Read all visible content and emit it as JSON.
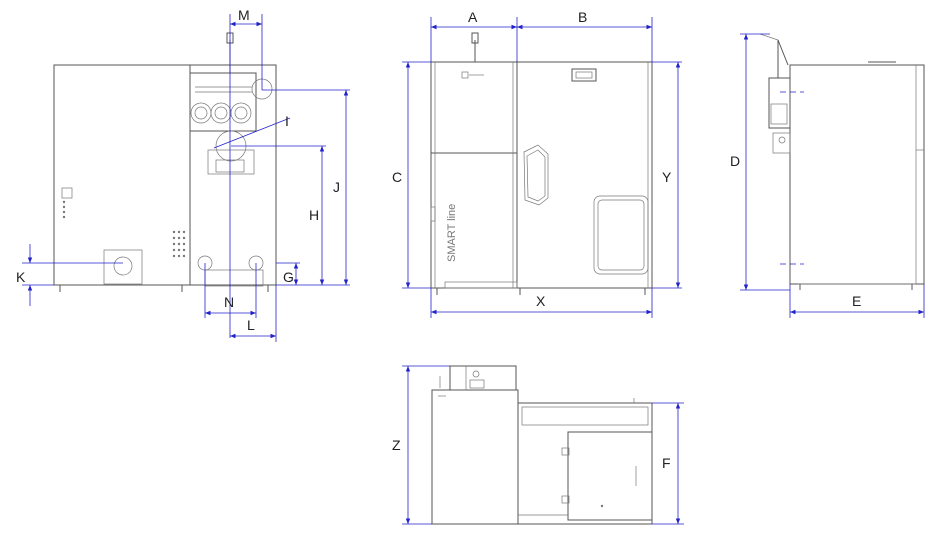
{
  "colors": {
    "outline": "#555555",
    "dimension": "#2222cc",
    "text": "#222222"
  },
  "labels": {
    "M": "M",
    "I": "I",
    "J": "J",
    "H": "H",
    "K": "K",
    "G": "G",
    "N": "N",
    "L": "L",
    "A": "A",
    "B": "B",
    "C": "C",
    "Y": "Y",
    "X": "X",
    "D": "D",
    "E": "E",
    "Z": "Z",
    "F": "F"
  },
  "brand_text": "SMART line"
}
